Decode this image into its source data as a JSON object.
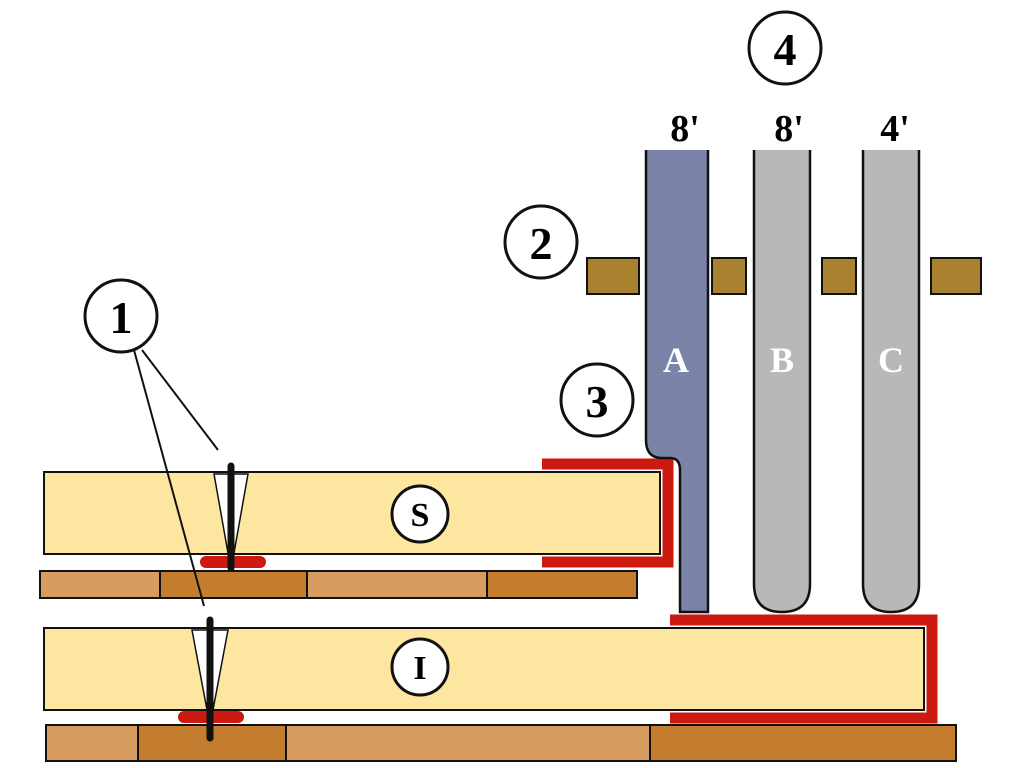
{
  "callouts": {
    "one": "1",
    "two": "2",
    "three": "3",
    "four": "4"
  },
  "pipe_sizes": {
    "a": "8'",
    "b": "8'",
    "c": "4'"
  },
  "pipes": {
    "a": "A",
    "b": "B",
    "c": "C"
  },
  "panels": {
    "upper": "S",
    "lower": "I"
  },
  "colors": {
    "panel_fill": "#fde7a0",
    "strip_light": "#d69c60",
    "strip_dark": "#c47d2e",
    "leather": "#cc1a10",
    "rackboard": "#a8822f",
    "pipe_a": "#7b84a8",
    "pipe_grey": "#b8b8b8",
    "outline": "#111111"
  }
}
